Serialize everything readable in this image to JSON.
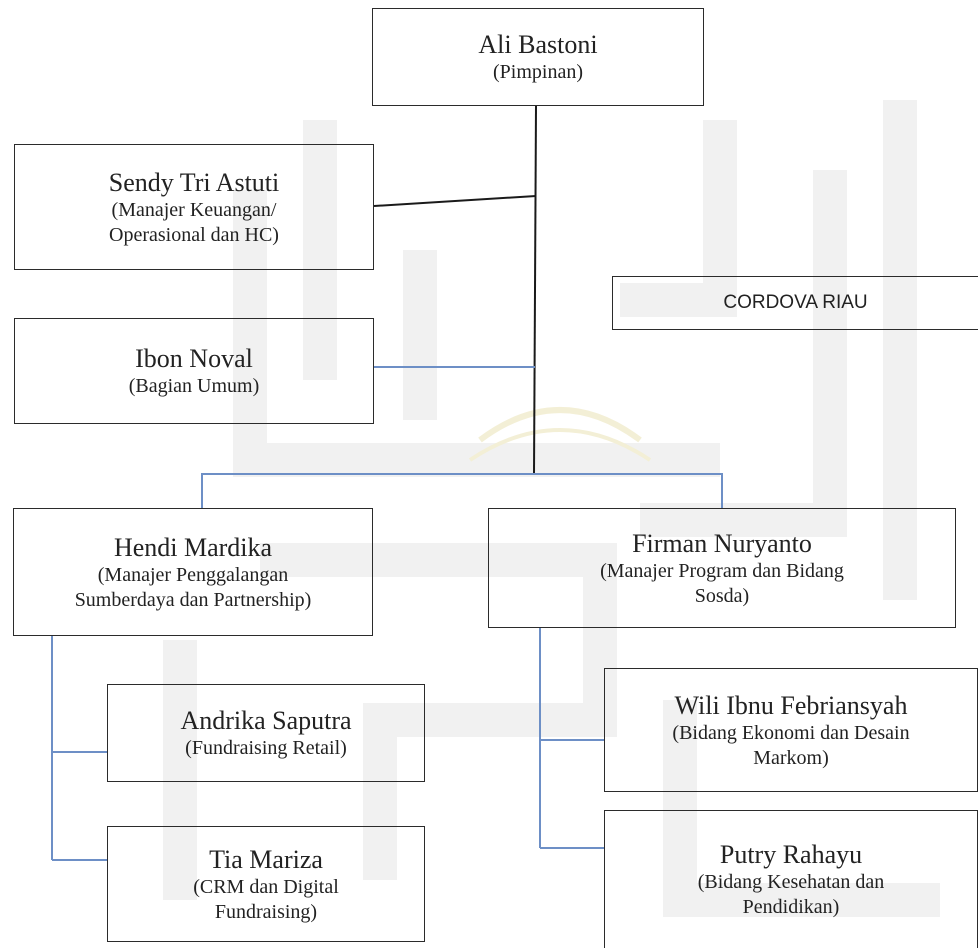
{
  "colors": {
    "box_border": "#2b2b2b",
    "black_connector": "#1a1a1a",
    "blue_connector": "#6d8fc6",
    "watermark": "#f1f1f1"
  },
  "org_label": "CORDOVA RIAU",
  "nodes": {
    "ali": {
      "name": "Ali Bastoni",
      "role": "(Pimpinan)"
    },
    "sendy": {
      "name": "Sendy Tri Astuti",
      "role": "(Manajer Keuangan/\nOperasional dan HC)"
    },
    "ibon": {
      "name": "Ibon Noval",
      "role": "(Bagian Umum)"
    },
    "hendi": {
      "name": "Hendi Mardika",
      "role": "(Manajer Penggalangan\nSumberdaya dan Partnership)"
    },
    "firman": {
      "name": "Firman Nuryanto",
      "role": "(Manajer Program dan Bidang\nSosda)"
    },
    "andrika": {
      "name": "Andrika Saputra",
      "role": "(Fundraising Retail)"
    },
    "tia": {
      "name": "Tia Mariza",
      "role": "(CRM dan Digital\nFundraising)"
    },
    "wili": {
      "name": "Wili Ibnu Febriansyah",
      "role": "(Bidang Ekonomi dan Desain\nMarkom)"
    },
    "putry": {
      "name": "Putry Rahayu",
      "role": "(Bidang Kesehatan dan\nPendidikan)"
    }
  }
}
